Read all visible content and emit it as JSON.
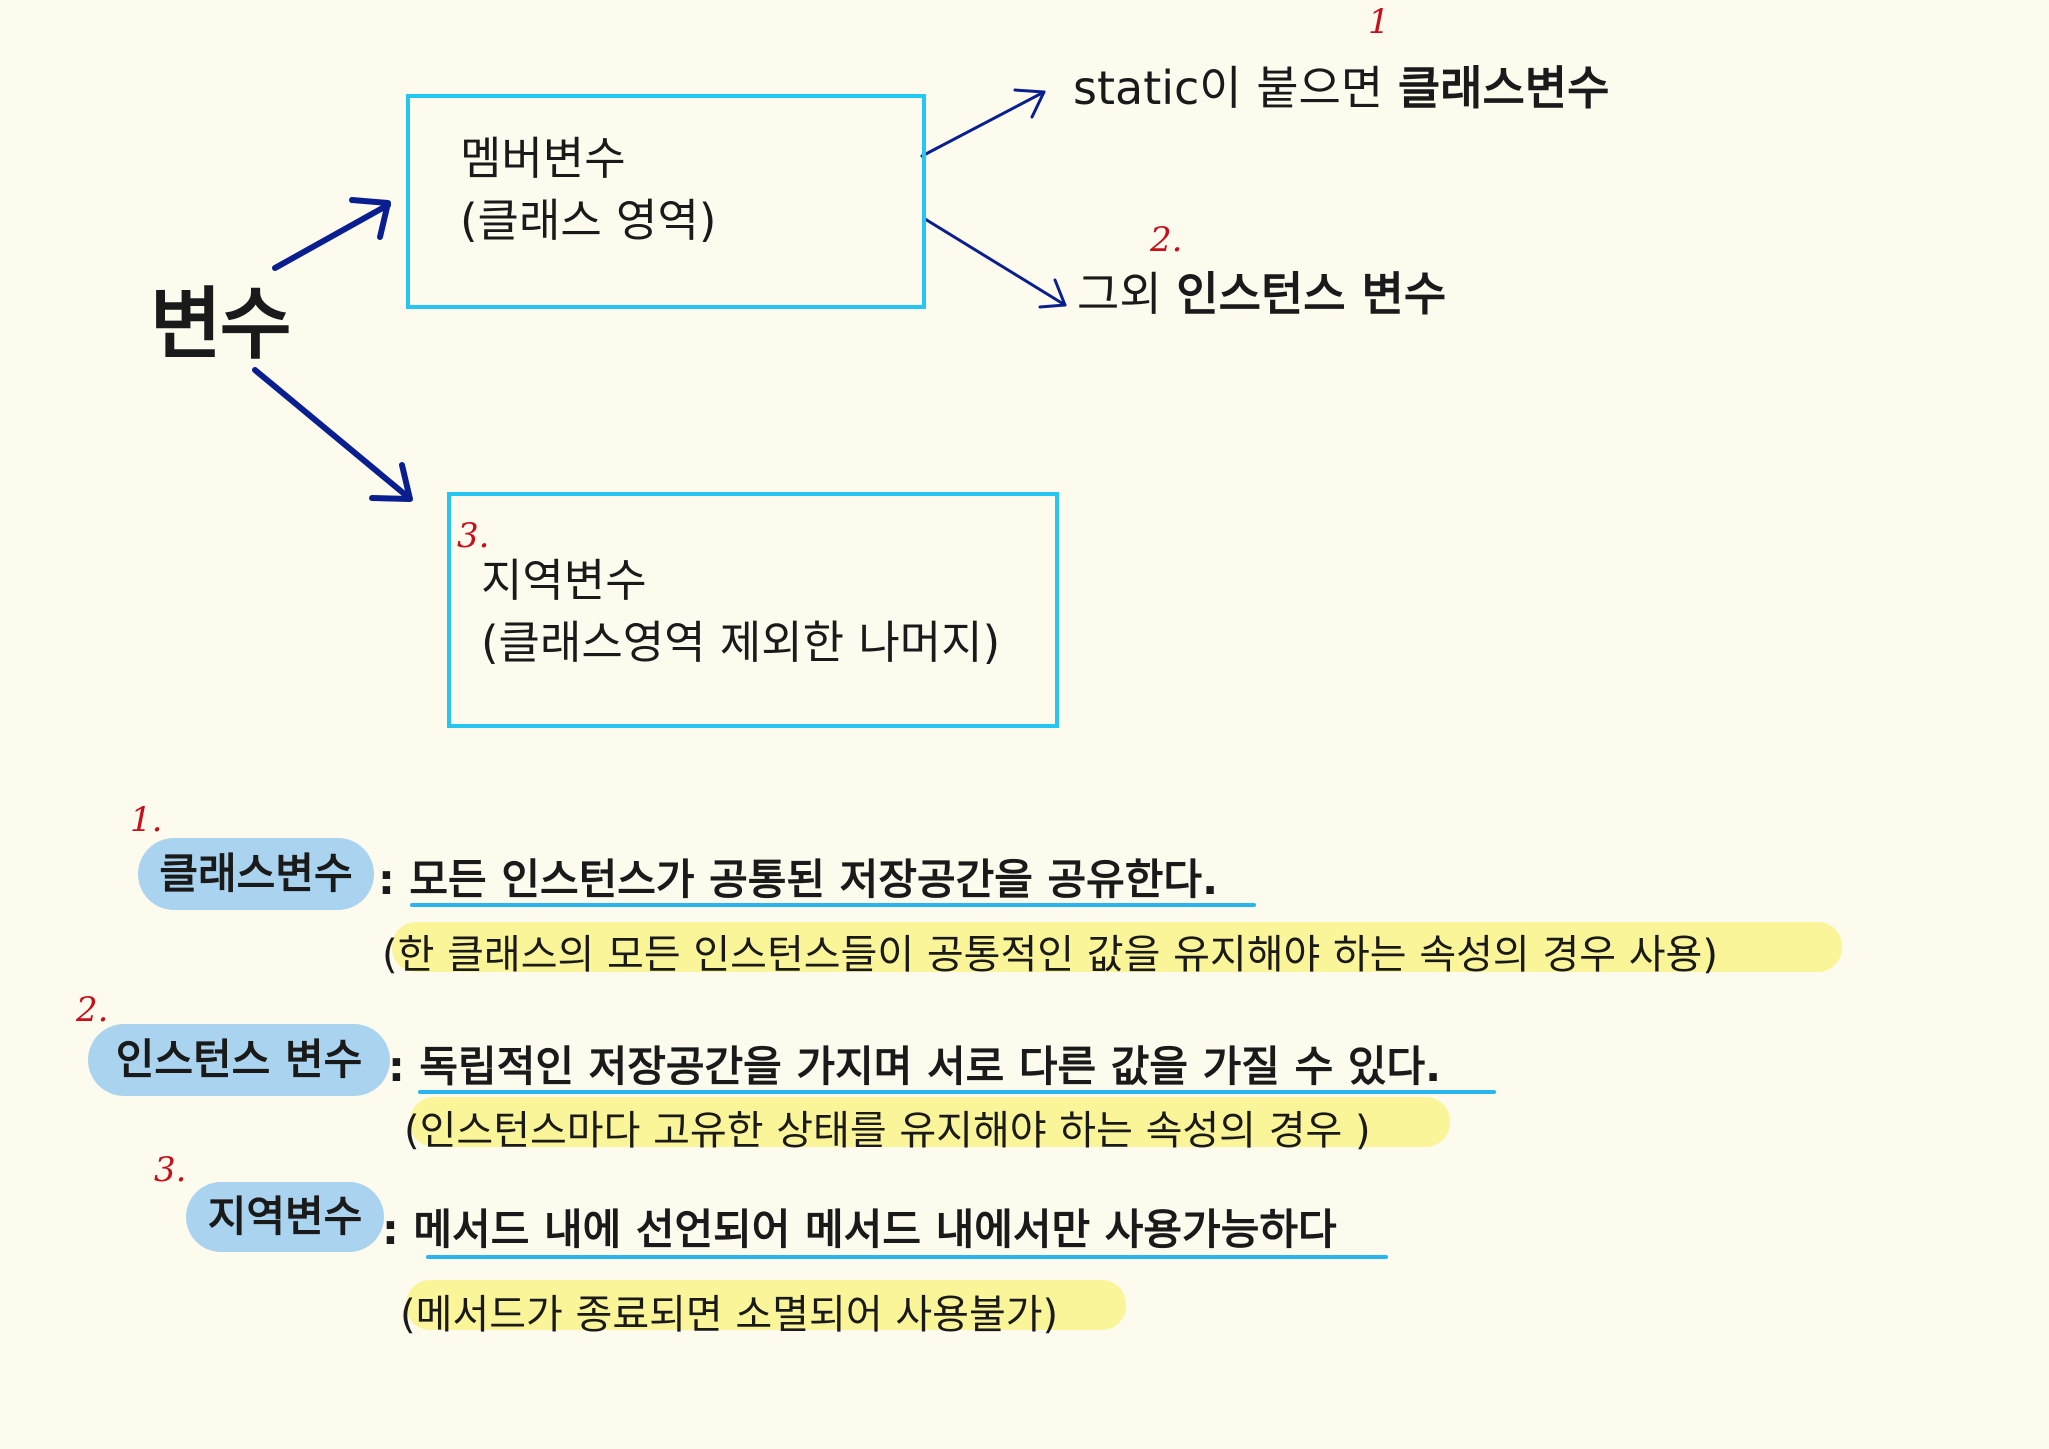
{
  "diagram": {
    "root": "변수",
    "member_box": {
      "title": "멤버변수",
      "subtitle": "(클래스 영역)"
    },
    "local_box": {
      "marker": "3.",
      "title": "지역변수",
      "subtitle": "(클래스영역 제외한 나머지)"
    },
    "branches": [
      {
        "marker": "1",
        "prefix": "static이 붙으면 ",
        "term": "클래스변수"
      },
      {
        "marker": "2.",
        "prefix": "그외 ",
        "term": "인스턴스 변수"
      }
    ]
  },
  "definitions": [
    {
      "marker": "1.",
      "term": "클래스변수",
      "text": ": 모든 인스턴스가 공통된 저장공간을 공유한다.",
      "note": "(한 클래스의 모든 인스턴스들이 공통적인 값을 유지해야 하는 속성의 경우 사용)"
    },
    {
      "marker": "2.",
      "term": "인스턴스 변수",
      "text": ": 독립적인 저장공간을 가지며 서로 다른 값을 가질 수 있다.",
      "note": "(인스턴스마다 고유한 상태를 유지해야 하는 속성의 경우 )"
    },
    {
      "marker": "3.",
      "term": "지역변수",
      "text": ": 메서드 내에 선언되어 메서드 내에서만 사용가능하다",
      "note": "(메서드가 종료되면 소멸되어 사용불가)"
    }
  ],
  "colors": {
    "background": "#fdfbee",
    "arrow": "#0a1f8f",
    "box_border": "#26c6f2",
    "marker": "#c8101a",
    "pill": "#a9d3ee",
    "underline": "#29b6ef",
    "highlight": "#fbf59a"
  }
}
